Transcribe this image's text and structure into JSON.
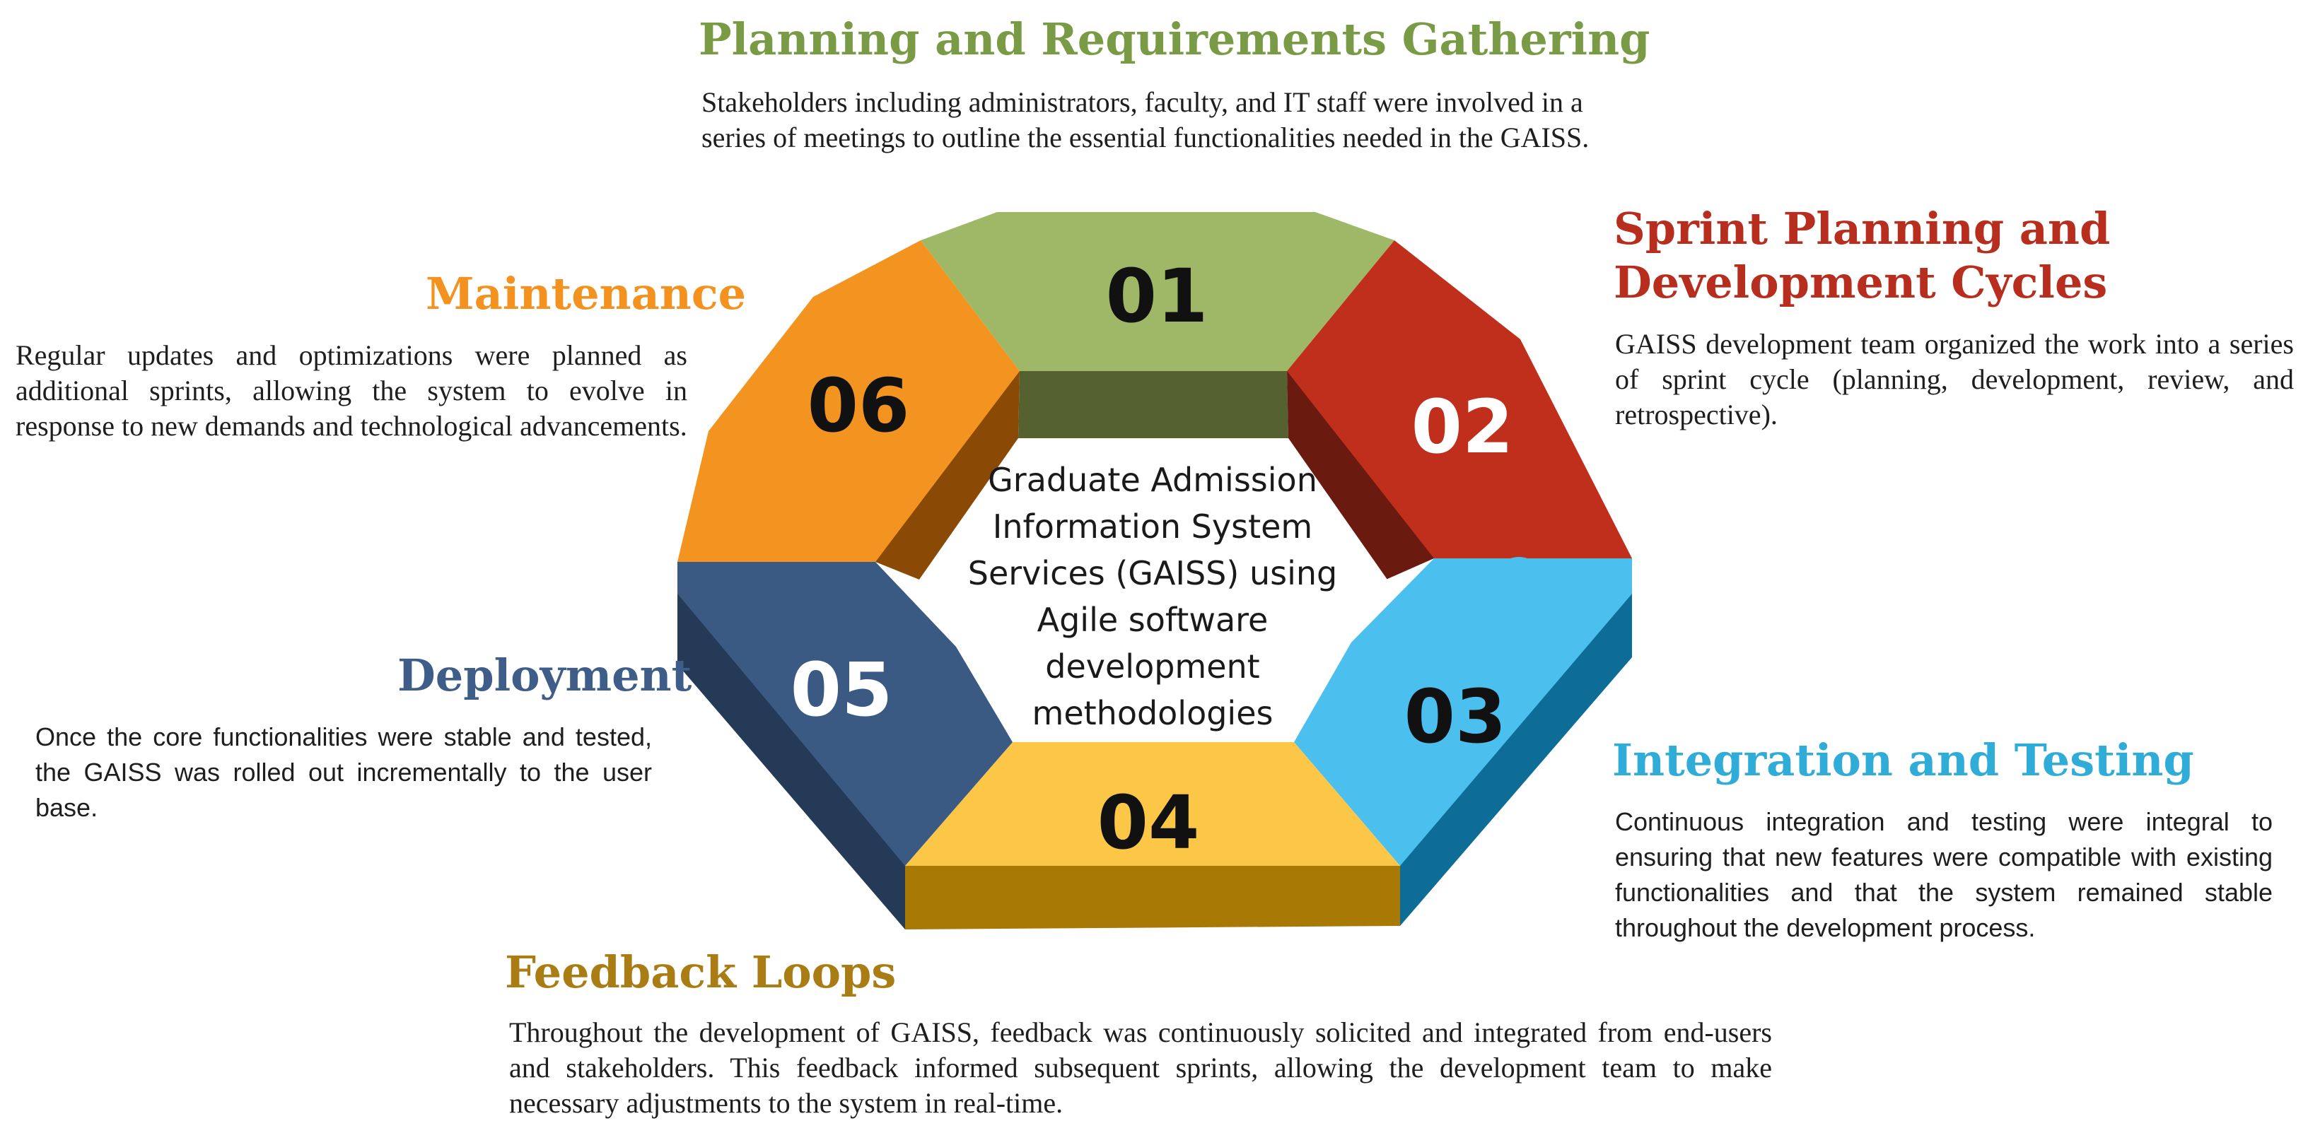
{
  "colors": {
    "step1": "#9fb867",
    "step2": "#c02f1b",
    "step3": "#4bbfee",
    "step4": "#fcc646",
    "step5": "#3a5a84",
    "step6": "#f39320",
    "title1": "#7a9b46",
    "title2": "#b72d1e",
    "title3": "#30acd8",
    "title4": "#a97c14",
    "title5": "#3e5d88",
    "title6": "#f3921f"
  },
  "center": {
    "lines": [
      "Graduate Admission",
      "Information System",
      "Services (GAISS) using",
      "Agile software",
      "development",
      "methodologies"
    ]
  },
  "steps": [
    {
      "number": "01",
      "title": "Planning and Requirements Gathering",
      "description": "Stakeholders including administrators, faculty, and IT staff were involved in a series of meetings to outline the essential functionalities needed in the GAISS."
    },
    {
      "number": "02",
      "title_lines": [
        "Sprint Planning and",
        "Development Cycles"
      ],
      "description": "GAISS development team organized the work into a series of sprint cycle (planning, development, review, and retrospective)."
    },
    {
      "number": "03",
      "title": "Integration and Testing",
      "description": "Continuous integration and testing were integral to ensuring that new features were compatible with existing functionalities and that the system remained stable throughout the development process."
    },
    {
      "number": "04",
      "title": "Feedback Loops",
      "description": "Throughout the development of GAISS, feedback was continuously solicited and integrated from end-users and stakeholders. This feedback informed subsequent sprints, allowing the development team to make necessary adjustments to the system in real-time."
    },
    {
      "number": "05",
      "title": "Deployment",
      "description": "Once the core functionalities were stable and tested, the GAISS was rolled out incrementally to the user base."
    },
    {
      "number": "06",
      "title": "Maintenance",
      "description": "Regular updates and optimizations were planned as additional sprints, allowing the system to evolve in response to new demands and technological advancements."
    }
  ]
}
